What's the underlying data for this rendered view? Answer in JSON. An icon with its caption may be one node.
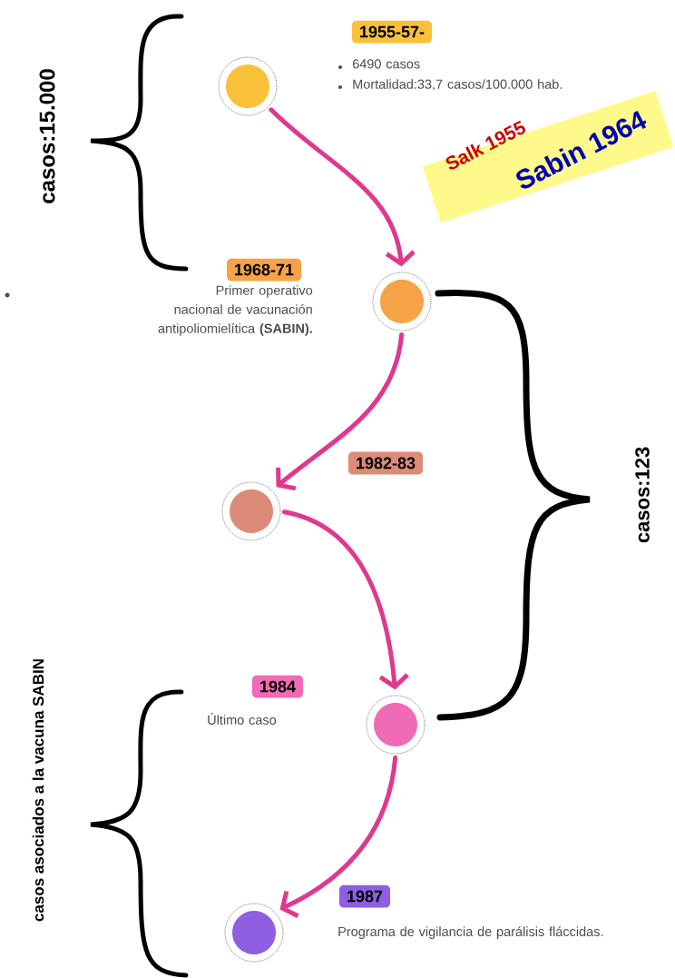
{
  "diagram": {
    "nodes": [
      {
        "text": [],
        "shape": "circle"
      },
      {
        "text": [
          "1955-57-"
        ],
        "beside": [
          "6490 casos",
          "Mortalidad:33,7 casos/100.000 hab."
        ]
      },
      {
        "text": [],
        "shape": "circle"
      },
      {
        "text": [
          "1968-71"
        ],
        "beside": [
          "Primer operativo nacional de vacunación antipoliomielítica **(SABIN).**"
        ]
      },
      {
        "text": [],
        "shape": "circle"
      },
      {
        "text": [
          "1982-83"
        ]
      },
      {
        "text": [],
        "shape": "circle"
      },
      {
        "text": [
          "1984"
        ],
        "beside": [
          "Último caso"
        ]
      },
      {
        "text": [],
        "shape": "circle"
      },
      {
        "text": [
          "1987"
        ],
        "beside": [
          "Programa de vigilancia de parálisis fláccidas."
        ]
      }
    ],
    "edges": [
      {
        "from": 0,
        "to": 2,
        "arrow": "to"
      },
      {
        "from": 2,
        "to": 4,
        "arrow": "to"
      },
      {
        "from": 4,
        "to": 6,
        "arrow": "to"
      },
      {
        "from": 6,
        "to": 8,
        "arrow": "to"
      }
    ],
    "labels": [
      "casos:15.000",
      "Salk 1955",
      "Sabin 1964",
      "casos:123",
      "casos asociados a la vacuna SABIN"
    ]
  }
}
